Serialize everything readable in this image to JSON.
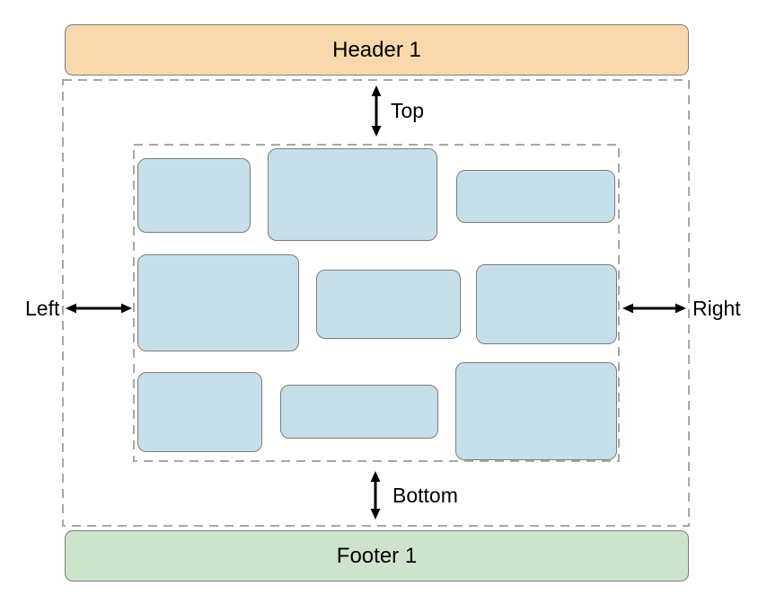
{
  "header": {
    "label": "Header 1"
  },
  "footer": {
    "label": "Footer 1"
  },
  "insets": {
    "top": {
      "label": "Top"
    },
    "bottom": {
      "label": "Bottom"
    },
    "left": {
      "label": "Left"
    },
    "right": {
      "label": "Right"
    }
  },
  "cells": {
    "count": 9,
    "rows": 3,
    "columns": 3
  },
  "icons": {
    "top_inset_arrow": "double-arrow-vertical",
    "bottom_inset_arrow": "double-arrow-vertical",
    "left_inset_arrow": "double-arrow-horizontal",
    "right_inset_arrow": "double-arrow-horizontal"
  },
  "colors": {
    "header_fill": "#f8d8ac",
    "footer_fill": "#cee3cc",
    "cell_fill": "#c7dfe9",
    "shape_border": "#7d7d7d",
    "dashed_border": "#a8a8a8",
    "arrow_color": "#000000",
    "label_color": "#000000"
  }
}
